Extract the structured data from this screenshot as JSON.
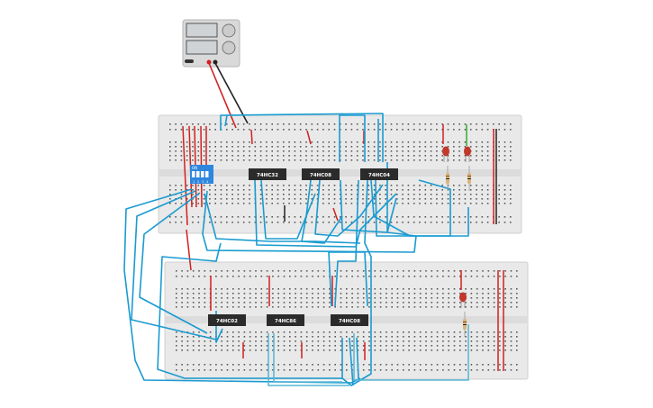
{
  "power_supply": {
    "name": "bench-power-supply"
  },
  "breadboards": [
    {
      "id": "top",
      "chips": [
        "74HC32",
        "74HC08",
        "74HC04"
      ]
    },
    {
      "id": "bottom",
      "chips": [
        "74HC02",
        "74HC86",
        "74HC08"
      ]
    }
  ],
  "dip_switch": {
    "label": "ON",
    "positions": [
      "1",
      "2",
      "3",
      "4"
    ]
  },
  "leds": [
    {
      "name": "led-1",
      "color": "#c0392b"
    },
    {
      "name": "led-2",
      "color": "#c0392b"
    },
    {
      "name": "led-3",
      "color": "#c0392b"
    }
  ],
  "colors": {
    "wire_signal": "#1a9bd0",
    "wire_light": "#56b6d6",
    "wire_power": "#d32020",
    "wire_ground": "#222222",
    "wire_green": "#2fb02f",
    "breadboard": "#e9e9e9",
    "chip": "#2b2b2b",
    "switch": "#2e86de"
  }
}
